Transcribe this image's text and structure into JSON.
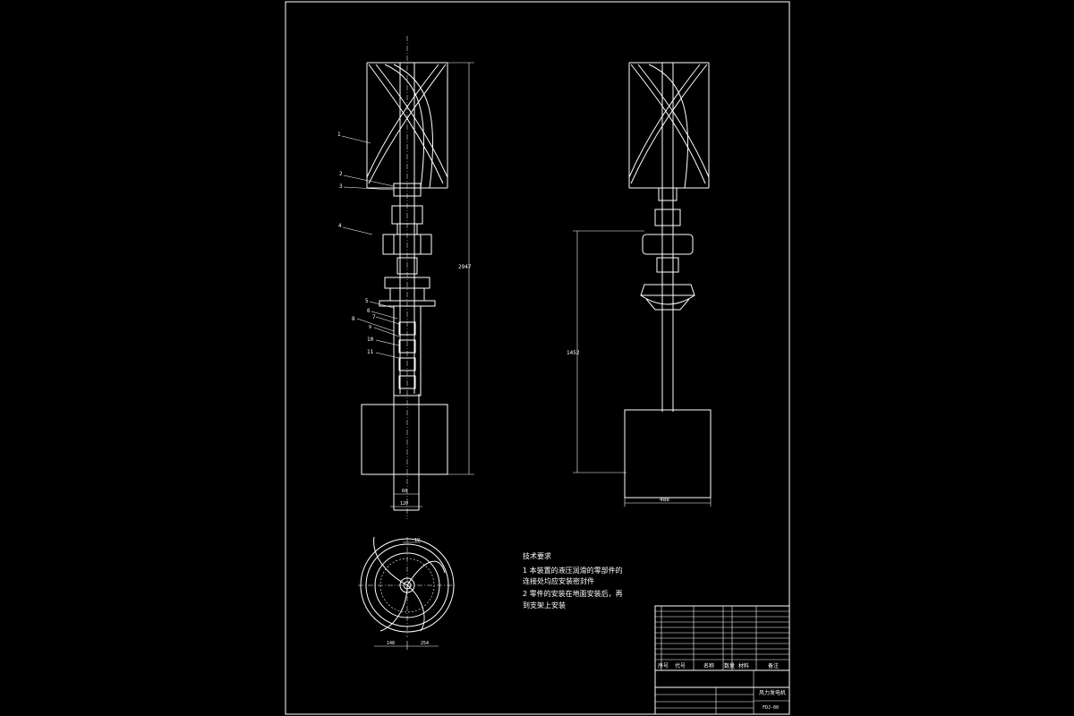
{
  "callouts": [
    "1",
    "2",
    "3",
    "4",
    "5",
    "6",
    "7",
    "8",
    "9",
    "10",
    "11"
  ],
  "dimensions": {
    "total_height": "2947",
    "right_height": "1452",
    "base_width": "488",
    "shaft_dia": "60",
    "flange_dia": "120",
    "top_dim": "19",
    "bottom_left": "148",
    "bottom_right": "254"
  },
  "notes": {
    "title": "技术要求",
    "line1": "1 本装置的液压润滑的零部件的",
    "line2": "连接处均应安装密封件",
    "line3": "2 零件的安装在地面安装后，再",
    "line4": "到支架上安装"
  },
  "title_block": {
    "header_no": "序号",
    "header_code": "代号",
    "header_name": "名称",
    "header_qty": "数量",
    "header_material": "材料",
    "header_note": "备注",
    "drawing_name": "风力发电机",
    "drawing_code": "FDJ-00"
  }
}
